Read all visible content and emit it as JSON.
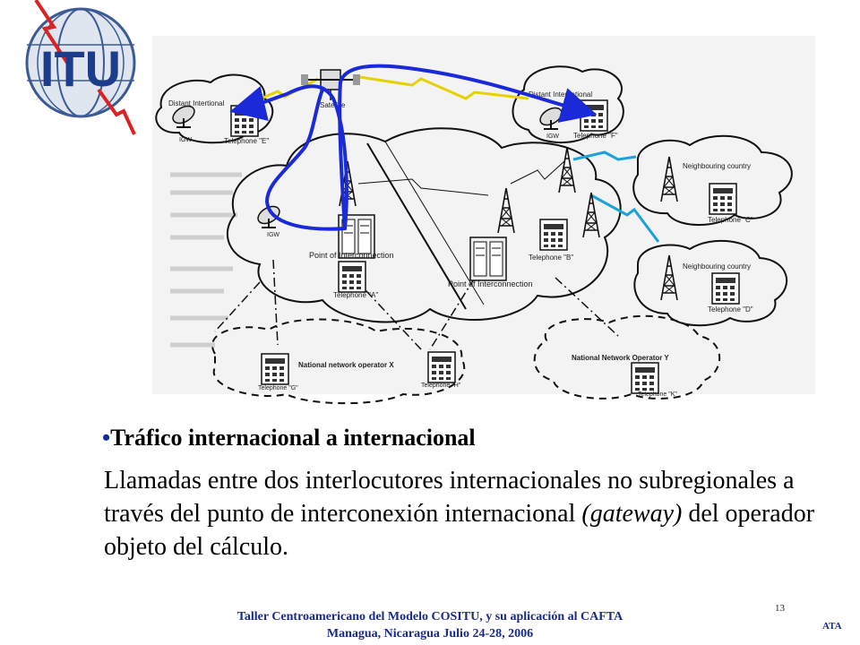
{
  "logo": {
    "text": "ITU"
  },
  "diagram": {
    "labels": {
      "distant_international_left": "Distant Intertional",
      "satellite": "Satellite",
      "distant_international_right": "Distant International",
      "igw_left": "IGW",
      "telephone_e": "Telephone \"E\"",
      "igw_right": "IGW",
      "telephone_f": "Telephone \"F\"",
      "neighbouring_country_top": "Neighbouring country",
      "telephone_c": "Telephone \"C\"",
      "igw_main": "IGW",
      "point_of_interconnection_a": "Point of Interconnection",
      "telephone_a": "Telephone \"A\"",
      "telephone_b": "Telephone \"B\"",
      "point_of_interconnection_b": "Point of Interconnection",
      "neighbouring_country_bottom": "Neighbouring country",
      "telephone_d": "Telephone \"D\"",
      "national_operator_x": "National network operator X",
      "telephone_g": "Telephone \"G\"",
      "telephone_h": "Telephone \"H\"",
      "national_operator_y": "National Network Operator Y",
      "telephone_k": "Telephone \"K\""
    }
  },
  "content": {
    "bullet": "•",
    "heading": "Tráfico internacional a internacional",
    "body_before": "Llamadas entre dos interlocutores internacionales no subregionales a través del punto de interconexión internacional ",
    "body_italic": "(gateway)",
    "body_after": " del operador objeto del cálculo."
  },
  "footer": {
    "line1": "Taller Centroamericano del Modelo COSITU, y su aplicación   al CAFTA",
    "line2": "Managua, Nicaragua Julio 24-28, 2006"
  },
  "page_number": "13",
  "org": "ATA"
}
